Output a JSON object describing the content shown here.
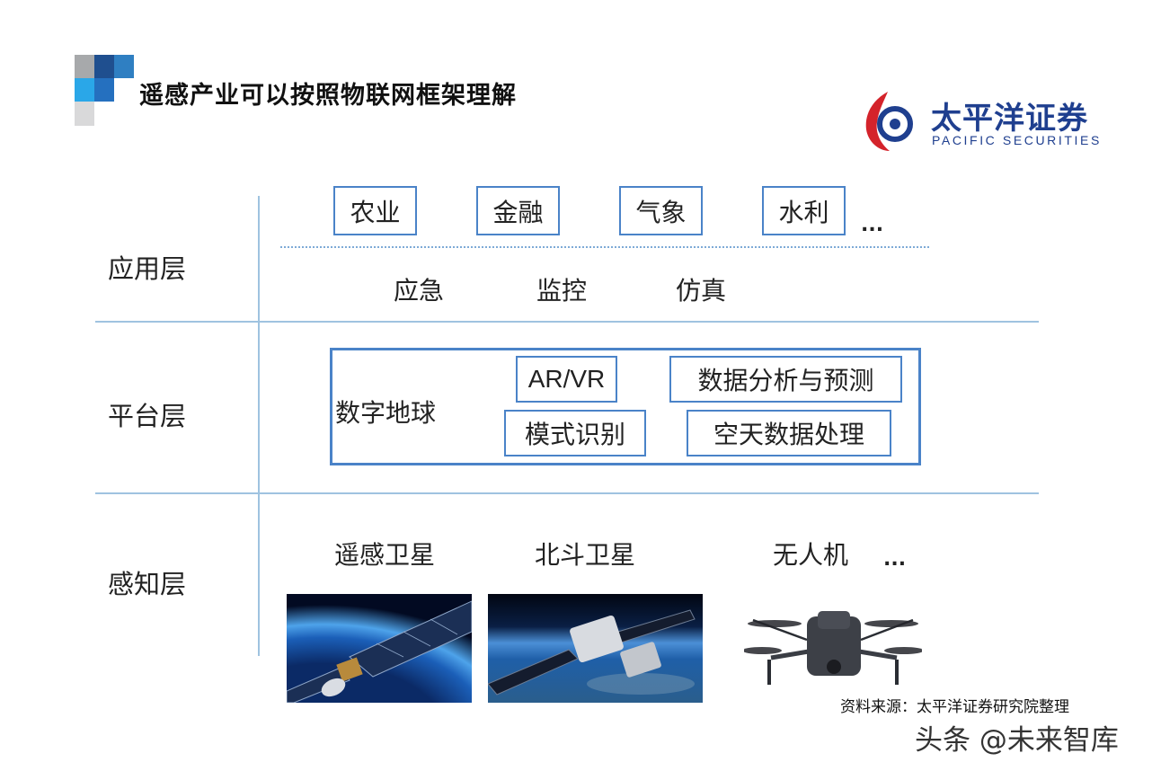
{
  "title": "遥感产业可以按照物联网框架理解",
  "brand": {
    "name_cn": "太平洋证券",
    "name_en": "PACIFIC SECURITIES",
    "color": "#1f3f8f",
    "accent": "#d4232b"
  },
  "layers": {
    "application": {
      "label": "应用层",
      "boxed_items": [
        "农业",
        "金融",
        "气象",
        "水利"
      ],
      "boxed_more": "...",
      "plain_items": [
        "应急",
        "监控",
        "仿真"
      ]
    },
    "platform": {
      "label": "平台层",
      "main": "数字地球",
      "modules": [
        "AR/VR",
        "数据分析与预测",
        "模式识别",
        "空天数据处理"
      ]
    },
    "perception": {
      "label": "感知层",
      "items": [
        "遥感卫星",
        "北斗卫星",
        "无人机"
      ],
      "more": "..."
    }
  },
  "source": "资料来源：太平洋证券研究院整理",
  "watermark": "头条 @未来智库",
  "colors": {
    "line": "#9fc3e0",
    "box_border": "#4a83c8"
  }
}
